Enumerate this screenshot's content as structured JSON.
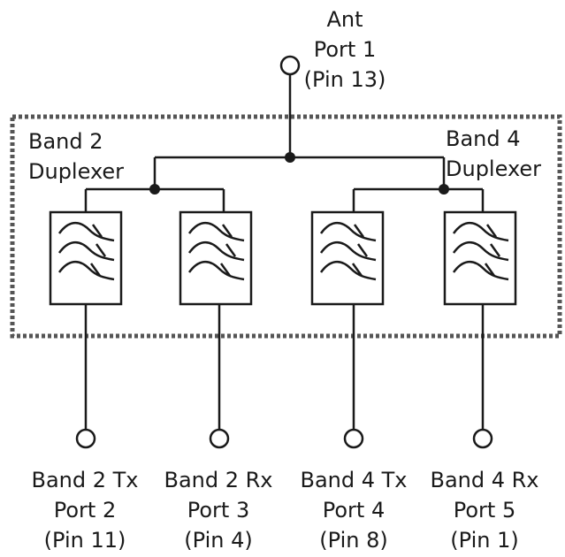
{
  "antenna": {
    "line1": "Ant",
    "line2": "Port 1",
    "line3": "(Pin 13)"
  },
  "band2_duplexer": {
    "line1": "Band 2",
    "line2": "Duplexer"
  },
  "band4_duplexer": {
    "line1": "Band 4",
    "line2": "Duplexer"
  },
  "ports": [
    {
      "name": "Band 2 Tx",
      "port": "Port 2",
      "pin": "(Pin 11)"
    },
    {
      "name": "Band 2 Rx",
      "port": "Port 3",
      "pin": "(Pin 4)"
    },
    {
      "name": "Band 4 Tx",
      "port": "Port 4",
      "pin": "(Pin 8)"
    },
    {
      "name": "Band 4 Rx",
      "port": "Port 5",
      "pin": "(Pin 1)"
    }
  ],
  "colors": {
    "line": "#1a1a1a",
    "dashed_boundary": "#555555",
    "background": "#ffffff"
  },
  "icons": {
    "filter": "bandpass-filter-icon",
    "terminal": "open-circle-terminal-icon",
    "junction": "junction-dot-icon"
  }
}
